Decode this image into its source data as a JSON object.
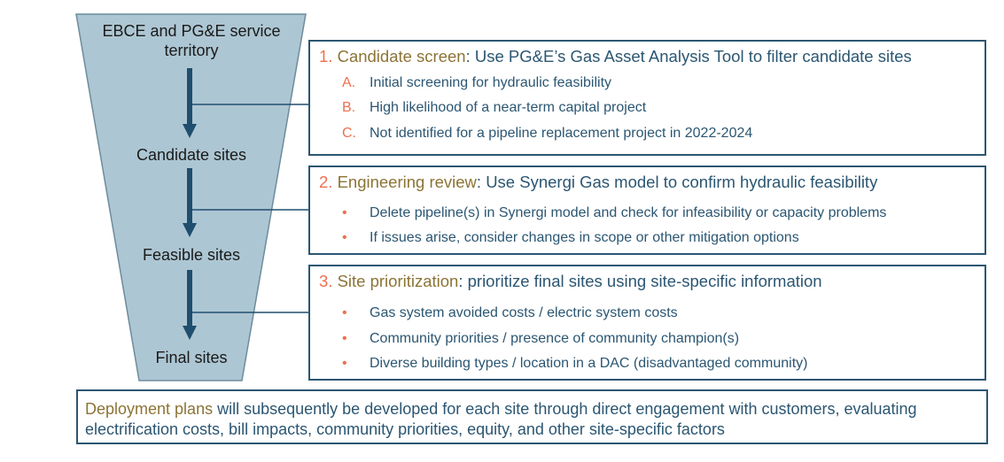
{
  "funnel": {
    "stages": [
      "EBCE and PG&E service territory",
      "Candidate sites",
      "Feasible sites",
      "Final sites"
    ]
  },
  "steps": [
    {
      "number": "1.",
      "name": "Candidate screen",
      "desc": ": Use PG&E’s Gas Asset Analysis Tool to filter candidate sites",
      "items": [
        {
          "marker": "A.",
          "text": "Initial screening for hydraulic feasibility"
        },
        {
          "marker": "B.",
          "text": "High likelihood of a near-term capital project"
        },
        {
          "marker": "C.",
          "text": "Not identified for a pipeline replacement project in 2022-2024"
        }
      ]
    },
    {
      "number": "2.",
      "name": "Engineering review",
      "desc": ": Use Synergi Gas model to confirm hydraulic feasibility",
      "items": [
        {
          "marker": "•",
          "text": "Delete pipeline(s) in Synergi model and check for infeasibility or capacity problems"
        },
        {
          "marker": "•",
          "text": "If issues arise, consider changes in scope or other mitigation options"
        }
      ]
    },
    {
      "number": "3.",
      "name": "Site prioritization",
      "desc": ": prioritize final sites using site-specific information",
      "items": [
        {
          "marker": "•",
          "text": "Gas system avoided costs / electric system costs"
        },
        {
          "marker": "•",
          "text": "Community priorities / presence of community champion(s)"
        },
        {
          "marker": "•",
          "text": "Diverse building types / location in a DAC (disadvantaged community)"
        }
      ]
    }
  ],
  "footer": {
    "highlight": "Deployment plans",
    "text": " will subsequently be developed for each site through direct engagement with customers, evaluating electrification costs, bill impacts, community priorities, equity, and other site-specific factors"
  },
  "colors": {
    "funnel": "#adc6d3",
    "arrow": "#1f4e6e",
    "text": "#2b5672",
    "gold": "#8c7435",
    "accent": "#ef6f4f"
  }
}
